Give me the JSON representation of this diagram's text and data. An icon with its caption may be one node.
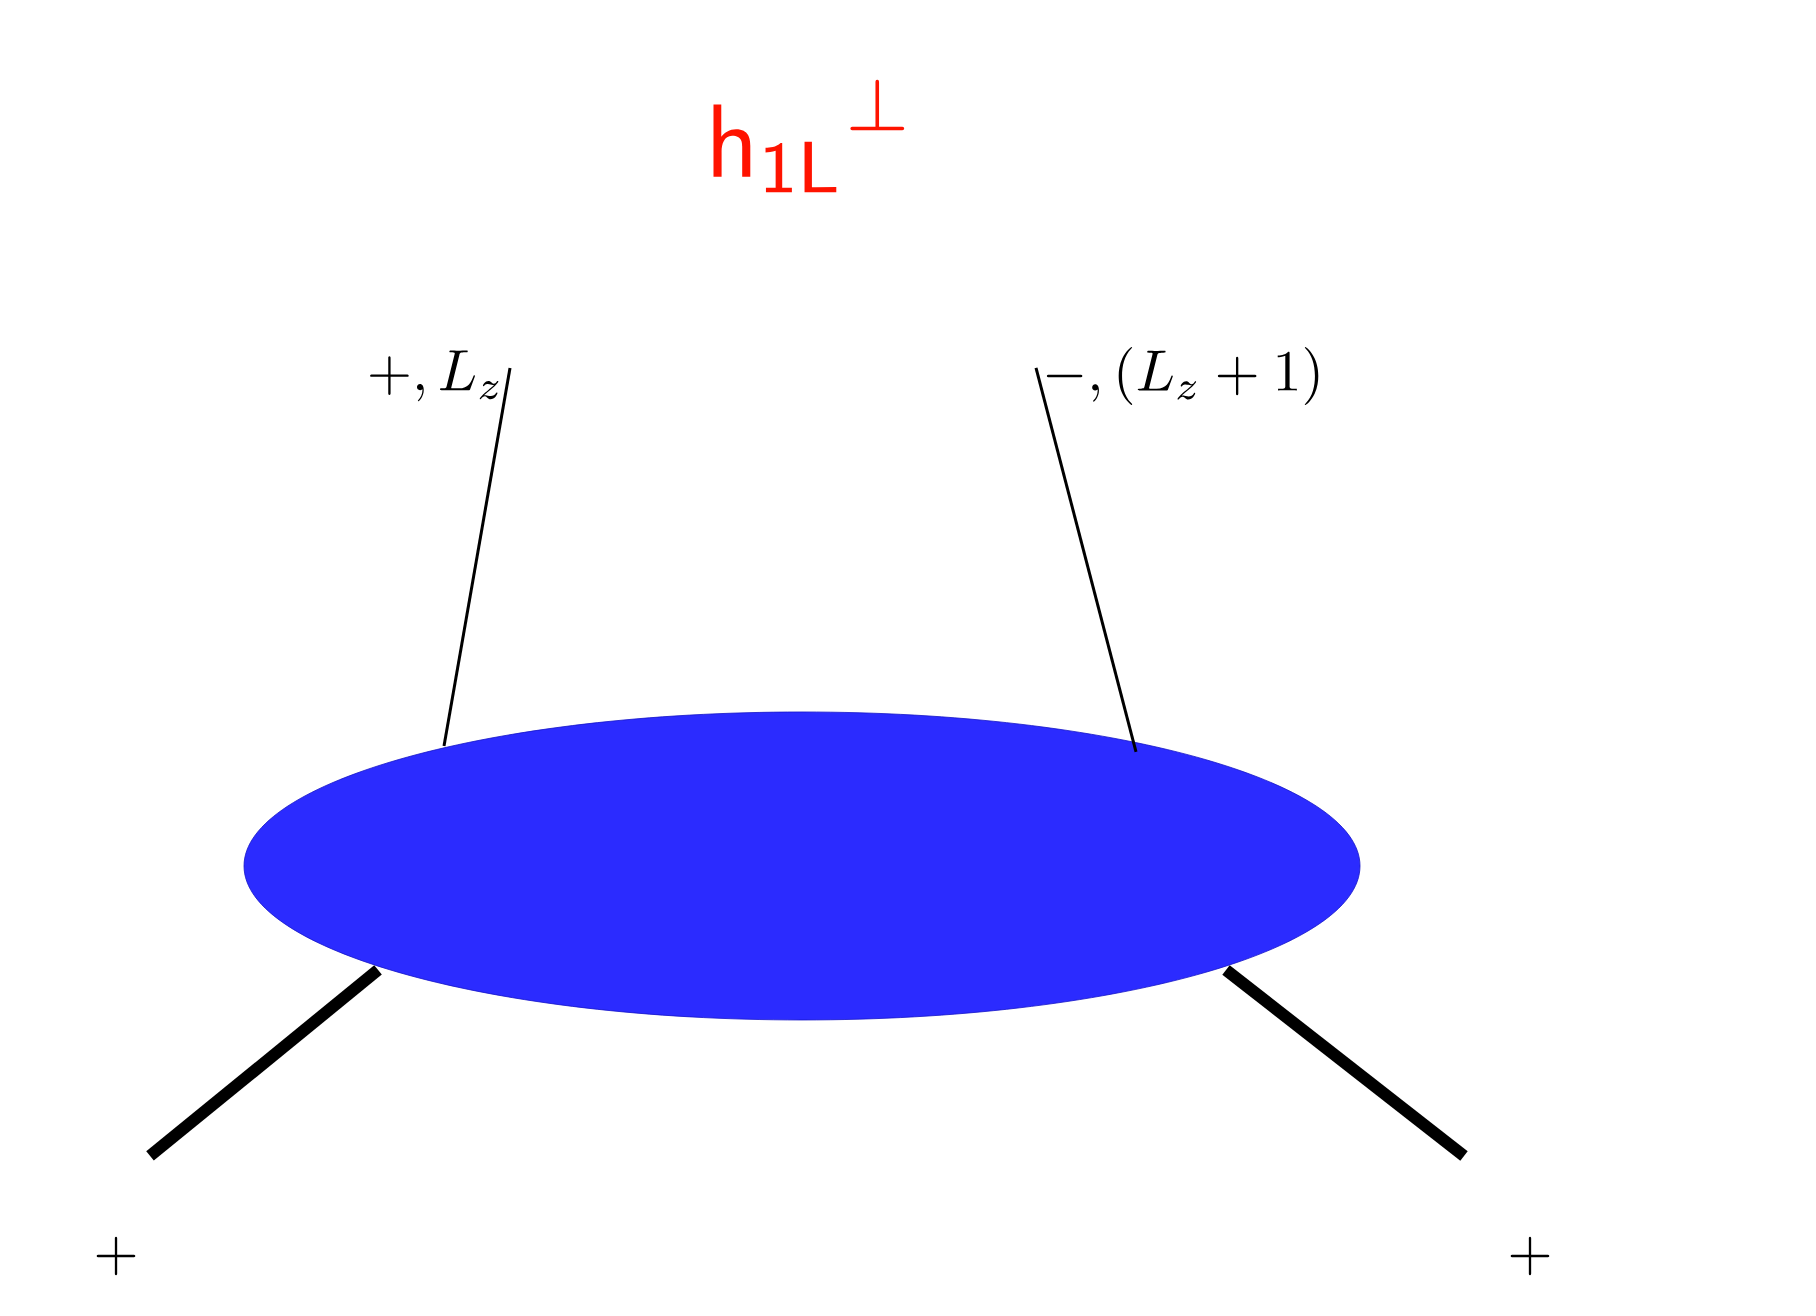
{
  "diagram": {
    "title": "\\mathsf{h_{1L}}^{\\perp}",
    "nodes": [
      {
        "text": [],
        "shape": "ellipse"
      },
      {
        "text": [
          "+, L_z"
        ]
      },
      {
        "text": [
          "-, (L_z + 1)"
        ]
      },
      {
        "text": [
          "+"
        ]
      },
      {
        "text": [
          "+"
        ]
      }
    ],
    "edges": [
      {
        "from": 1,
        "to": 0,
        "arrow": "none"
      },
      {
        "from": 2,
        "to": 0,
        "arrow": "none"
      },
      {
        "from": 3,
        "to": 0,
        "arrow": "none",
        "style": "thick"
      },
      {
        "from": 4,
        "to": 0,
        "arrow": "none",
        "style": "thick"
      }
    ]
  }
}
